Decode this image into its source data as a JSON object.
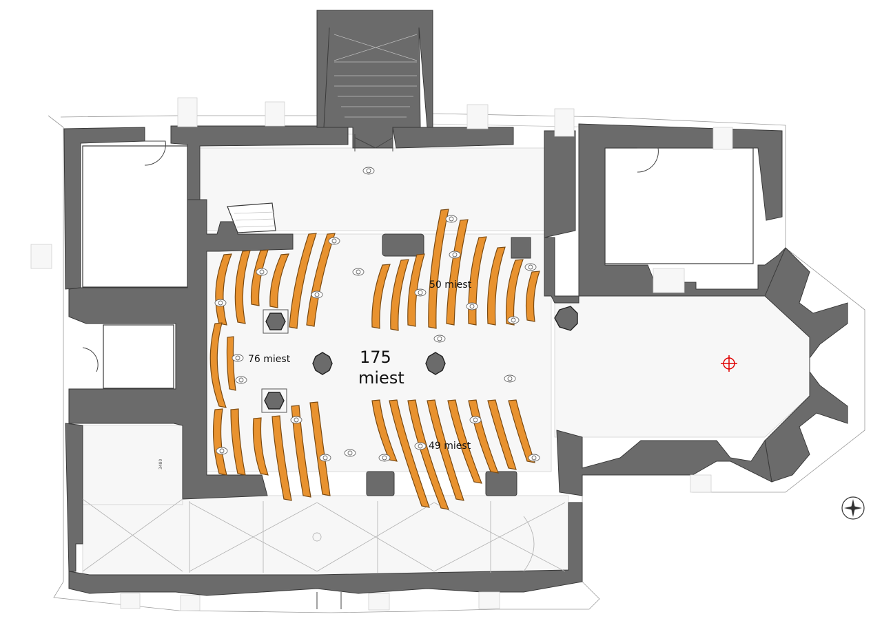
{
  "labels": {
    "total_count": "175",
    "total_unit": "miest",
    "north_block": "50 miest",
    "west_block": "76 miest",
    "south_block": "49 miest",
    "tiny_mark": "3480"
  },
  "icons": {
    "north_arrow": "compass-rose-icon",
    "altar_marker": "crosshair-icon"
  },
  "colors": {
    "wall": "#6b6b6b",
    "pew": "#e8922f",
    "marker": "#e00000"
  }
}
